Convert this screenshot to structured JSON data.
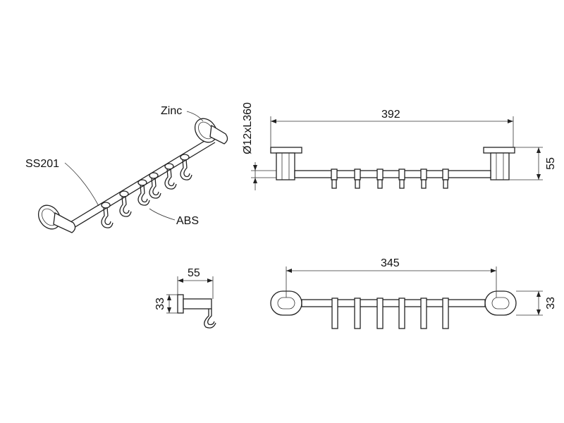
{
  "labels": {
    "zinc": "Zinc",
    "ss201": "SS201",
    "abs": "ABS"
  },
  "dimensions": {
    "front_length": "392",
    "front_height": "55",
    "rod_spec": "Ø12xL360",
    "top_length": "345",
    "top_height": "33",
    "side_depth": "55",
    "side_height": "33"
  }
}
